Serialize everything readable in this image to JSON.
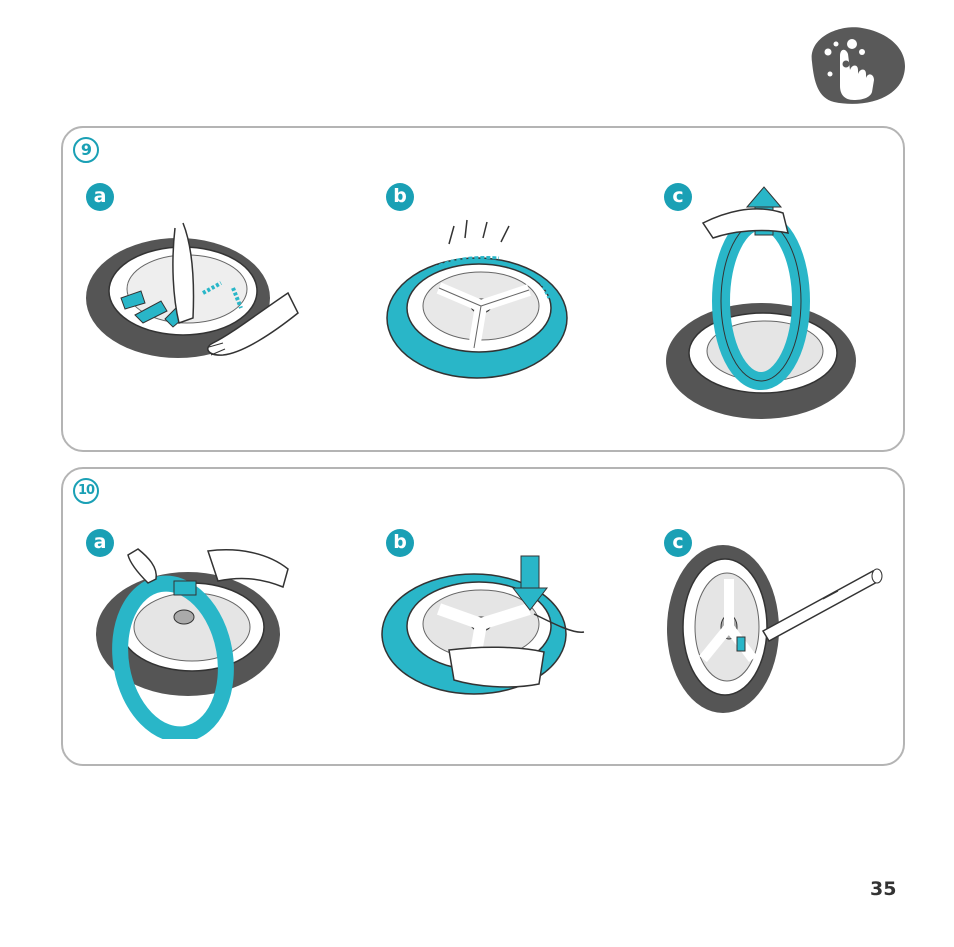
{
  "page": {
    "number": "35"
  },
  "steps": [
    {
      "number": "9",
      "substeps": [
        {
          "label": "a"
        },
        {
          "label": "b"
        },
        {
          "label": "c"
        }
      ]
    },
    {
      "number": "10",
      "substeps": [
        {
          "label": "a"
        },
        {
          "label": "b"
        },
        {
          "label": "c"
        }
      ]
    }
  ],
  "colors": {
    "accent": "#1aa0b5",
    "tire": "#5a5a5a",
    "icon": "#595959",
    "border": "#b4b4b4"
  },
  "icons": {
    "header": "hand-wash-icon"
  }
}
